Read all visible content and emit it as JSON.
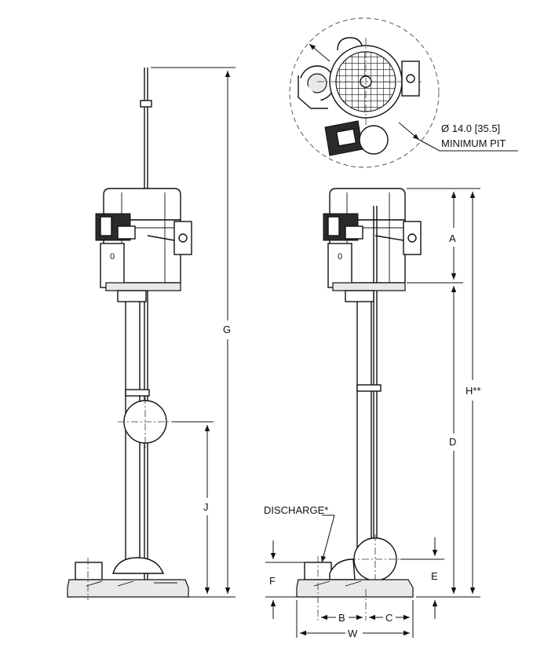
{
  "labels": {
    "G": "G",
    "J": "J",
    "A": "A",
    "D": "D",
    "H": "H**",
    "E": "E",
    "F": "F",
    "B": "B",
    "C": "C",
    "W": "W",
    "discharge": "DISCHARGE*",
    "pit_size": "Ø 14.0 [35.5]",
    "pit_caption": "MINIMUM PIT",
    "motor_mark_left": "0",
    "motor_mark_right": "0"
  }
}
